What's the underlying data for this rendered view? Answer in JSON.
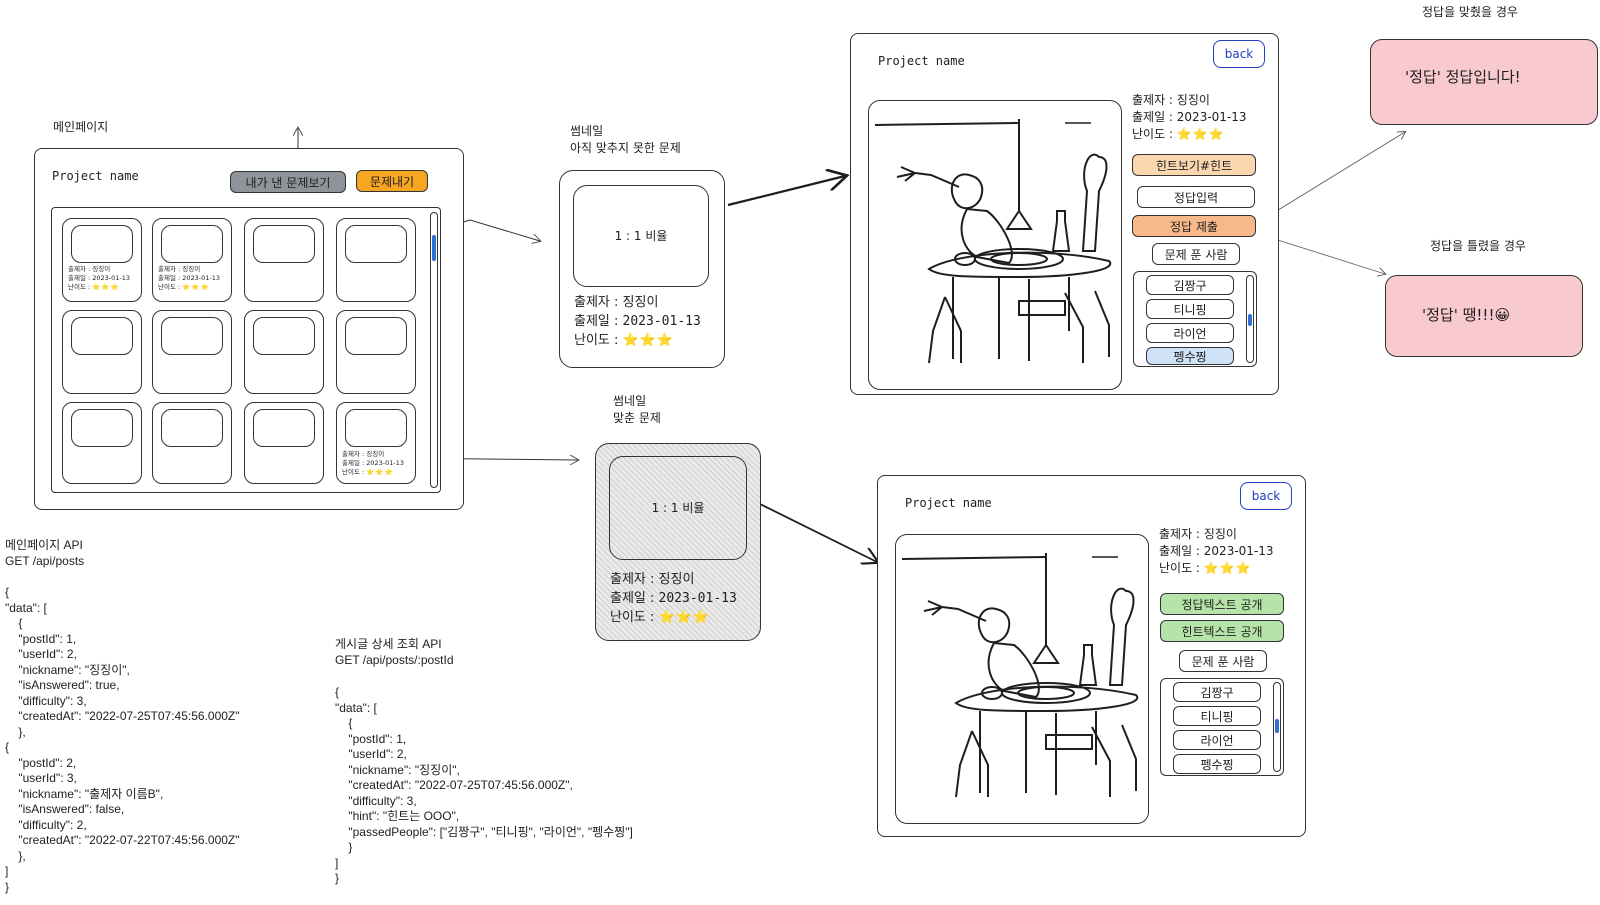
{
  "main_page": {
    "section_label": "메인페이지",
    "project_name": "Project name",
    "my_problems_button": "내가 낸 문제보기",
    "submit_problem_button": "문제내기",
    "card_meta": {
      "author": "출제자 : 징징이",
      "date": "출제일 : 2023-01-13",
      "difficulty": "난이도 : "
    },
    "stars": "⭐⭐⭐"
  },
  "thumb_unanswered": {
    "label_line1": "썸네일",
    "label_line2": "아직 맞추지 못한 문제",
    "ratio": "1 : 1 비율",
    "author_key": "출제자 : ",
    "author_val": "징징이",
    "date_key": "출제일 : ",
    "date_val": "2023-01-13",
    "difficulty_key": "난이도 : ",
    "stars": "⭐⭐⭐"
  },
  "thumb_answered": {
    "label_line1": "썸네일",
    "label_line2": "맞춘 문제",
    "ratio": "1 : 1 비율",
    "author_key": "출제자 : ",
    "author_val": "징징이",
    "date_key": "출제일 : ",
    "date_val": "2023-01-13",
    "difficulty_key": "난이도 : ",
    "stars": "⭐⭐⭐"
  },
  "detail_unanswered": {
    "project_name": "Project name",
    "back_button": "back",
    "author": "출제자 : 징징이",
    "date": "출제일 : 2023-01-13",
    "difficulty": "난이도 : ",
    "stars": "⭐⭐⭐",
    "hint_button": "힌트보기#힌트",
    "answer_input": "정답입력",
    "submit_button": "정답 제출",
    "solvers_label": "문제 푼 사람",
    "solvers": [
      "김짱구",
      "티니핑",
      "라이언",
      "펭수찡"
    ]
  },
  "detail_answered": {
    "project_name": "Project name",
    "back_button": "back",
    "author": "출제자 : 징징이",
    "date": "출제일 : 2023-01-13",
    "difficulty": "난이도 : ",
    "stars": "⭐⭐⭐",
    "answer_reveal_button": "정답텍스트 공개",
    "hint_reveal_button": "힌트텍스트 공개",
    "solvers_label": "문제 푼 사람",
    "solvers": [
      "김짱구",
      "티니핑",
      "라이언",
      "펭수찡"
    ]
  },
  "result_correct": {
    "caption": "정답을 맞췄을 경우",
    "message": "'정답' 정답입니다!"
  },
  "result_wrong": {
    "caption": "정답을 틀렸을 경우",
    "message": "'정답' 땡!!!😀"
  },
  "api_main": {
    "title": "메인페이지 API",
    "endpoint": "GET /api/posts",
    "body": "{\n\"data\": [\n    {\n    \"postId\": 1,\n    \"userId\": 2,\n    \"nickname\": \"징징이\",\n    \"isAnswered\": true,\n    \"difficulty\": 3,\n    \"createdAt\": \"2022-07-25T07:45:56.000Z\"\n    },\n{\n    \"postId\": 2,\n    \"userId\": 3,\n    \"nickname\": \"출제자 이름B\",\n    \"isAnswered\": false,\n    \"difficulty\": 2,\n    \"createdAt\": \"2022-07-22T07:45:56.000Z\"\n    },\n]\n}"
  },
  "api_detail": {
    "title": "게시글 상세 조회 API",
    "endpoint": "GET /api/posts/:postId",
    "body": "{\n\"data\": [\n    {\n    \"postId\": 1,\n    \"userId\": 2,\n    \"nickname\": \"징징이\",\n    \"createdAt\": \"2022-07-25T07:45:56.000Z\",\n    \"difficulty\": 3,\n    \"hint\": \"힌트는 OOO\",\n    \"passedPeople\": [\"김짱구\", \"티니핑\", \"라이언\", \"펭수찡\"]\n    }\n]\n}"
  },
  "colors": {
    "gray_button": "#8f949a",
    "orange_button": "#f6a623",
    "hint_peach": "#fbd7b0",
    "submit_orange": "#f7b98a",
    "green_button": "#b6e3a8",
    "pink_result": "#f8c9ce",
    "blue_accent": "#2f6fd6",
    "highlight_item": "#cfe2f7",
    "star": "#f4c430"
  }
}
